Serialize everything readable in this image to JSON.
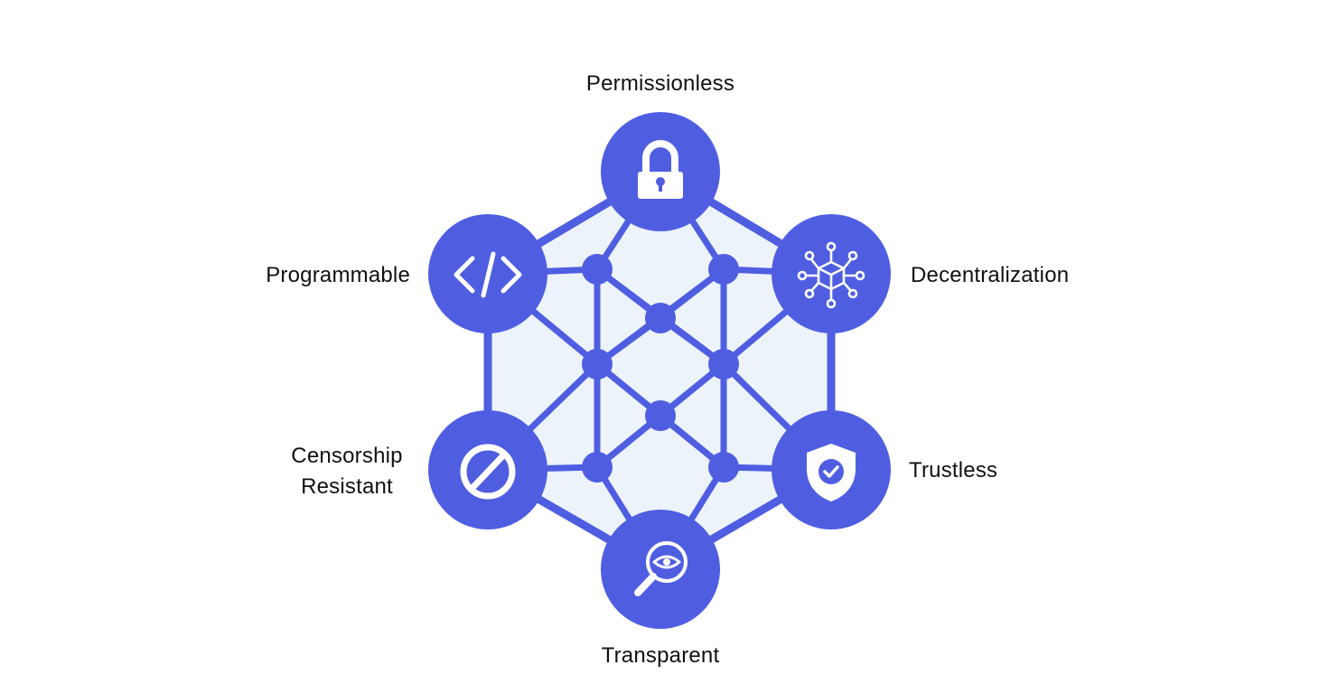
{
  "colors": {
    "primary": "#4f5ee1",
    "fill": "#edf3fb",
    "icon": "#ffffff",
    "text": "#111111"
  },
  "features": [
    {
      "id": "permissionless",
      "label": "Permissionless",
      "icon": "lock-icon"
    },
    {
      "id": "decentralization",
      "label": "Decentralization",
      "icon": "network-cube-icon"
    },
    {
      "id": "trustless",
      "label": "Trustless",
      "icon": "shield-check-icon"
    },
    {
      "id": "transparent",
      "label": "Transparent",
      "icon": "magnifier-eye-icon"
    },
    {
      "id": "censorship-resistant",
      "lines": [
        "Censorship",
        "Resistant"
      ],
      "icon": "prohibited-icon"
    },
    {
      "id": "programmable",
      "label": "Programmable",
      "icon": "code-icon"
    }
  ]
}
